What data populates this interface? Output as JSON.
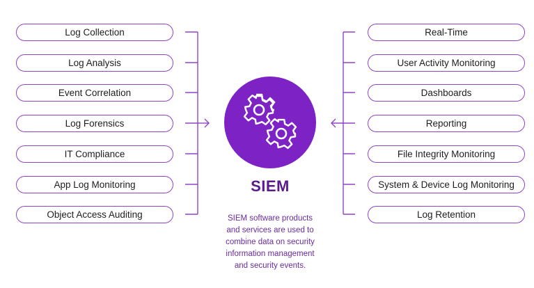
{
  "left_items": [
    {
      "label": "Log Collection"
    },
    {
      "label": "Log Analysis"
    },
    {
      "label": "Event Correlation"
    },
    {
      "label": "Log Forensics"
    },
    {
      "label": "IT Compliance"
    },
    {
      "label": "App Log Monitoring"
    },
    {
      "label": "Object Access Auditing"
    }
  ],
  "right_items": [
    {
      "label": "Real-Time"
    },
    {
      "label": "User Activity Monitoring"
    },
    {
      "label": "Dashboards"
    },
    {
      "label": "Reporting"
    },
    {
      "label": "File Integrity Monitoring"
    },
    {
      "label": "System & Device Log Monitoring"
    },
    {
      "label": "Log Retention"
    }
  ],
  "center": {
    "title": "SIEM",
    "icon": "gears-icon",
    "description": "SIEM software products\nand services are used to\ncombine data on security\ninformation management\nand security events."
  },
  "colors": {
    "accent": "#7d22c4",
    "border": "#8e44c8",
    "title": "#5b1a8e",
    "text": "#1d1d1d"
  }
}
